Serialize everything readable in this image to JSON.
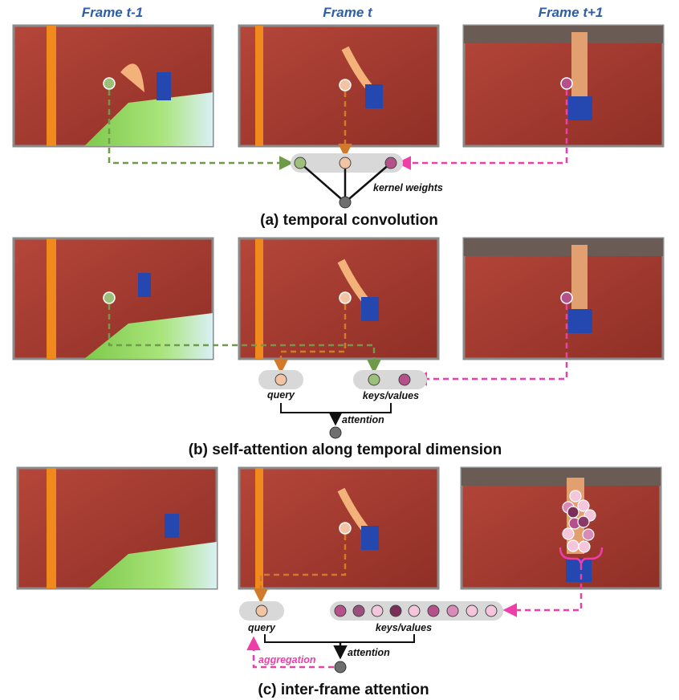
{
  "frame_labels": {
    "prev": "Frame t-1",
    "curr": "Frame t",
    "next": "Frame t+1"
  },
  "panel_a": {
    "caption": "(a) temporal convolution",
    "kernel_label": "kernel weights"
  },
  "panel_b": {
    "caption": "(b) self-attention along temporal dimension",
    "query_label": "query",
    "kv_label": "keys/values",
    "attention_label": "attention"
  },
  "panel_c": {
    "caption": "(c) inter-frame attention",
    "query_label": "query",
    "kv_label": "keys/values",
    "attention_label": "attention",
    "aggregation_label": "aggregation"
  },
  "colors": {
    "green": "#6e9a4a",
    "orange": "#d07a2a",
    "pink": "#ee3fa8",
    "peach": "#f3c4a4",
    "magenta": "#b5508a",
    "gray_node": "#6f6f6f",
    "token_bg": "#d8d8d8",
    "track": "#a8392e",
    "mat": "#8fd85a"
  }
}
